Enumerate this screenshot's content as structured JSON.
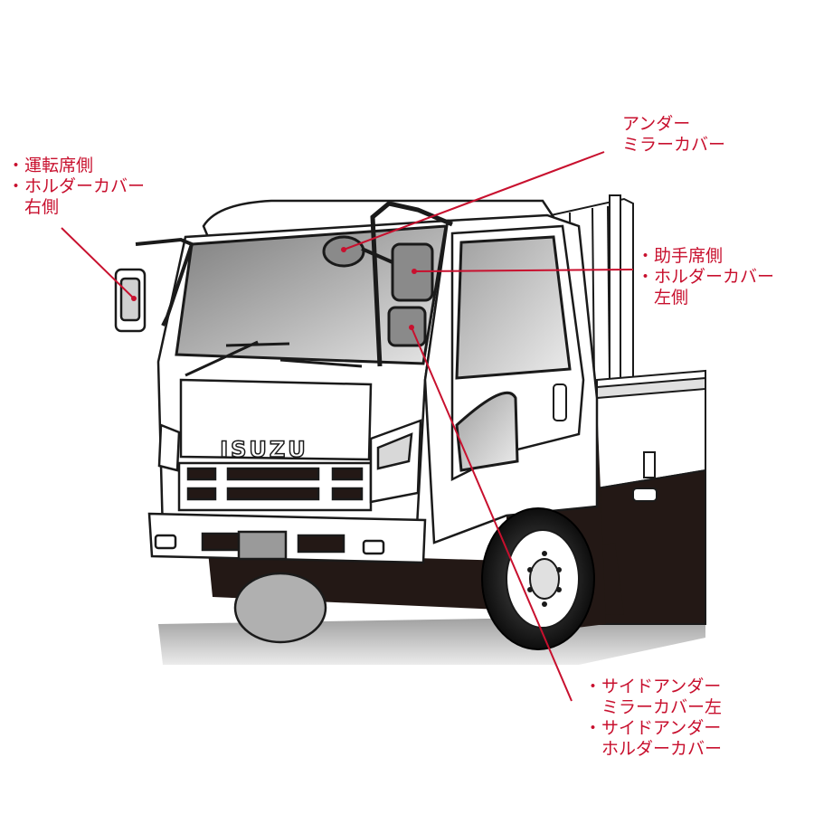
{
  "brand": {
    "logo_text": "ISUZU"
  },
  "colors": {
    "accent": "#c8102e",
    "body": "#ffffff",
    "outline": "#1a1a1a",
    "dark": "#231815",
    "glass": "#9a9a9a"
  },
  "icons": [
    "truck-illustration",
    "leader-line",
    "callout-dot"
  ],
  "callouts": {
    "driver_side": {
      "line1": "・運転席側",
      "line2": "・ホルダーカバー",
      "line3": "右側"
    },
    "under_mirror": {
      "line1": "アンダー",
      "line2": "ミラーカバー"
    },
    "passenger_side": {
      "line1": "・助手席側",
      "line2": "・ホルダーカバー",
      "line3": "左側"
    },
    "side_under": {
      "line1": "・サイドアンダー",
      "line2": "ミラーカバー左",
      "line3": "・サイドアンダー",
      "line4": "ホルダーカバー"
    }
  }
}
